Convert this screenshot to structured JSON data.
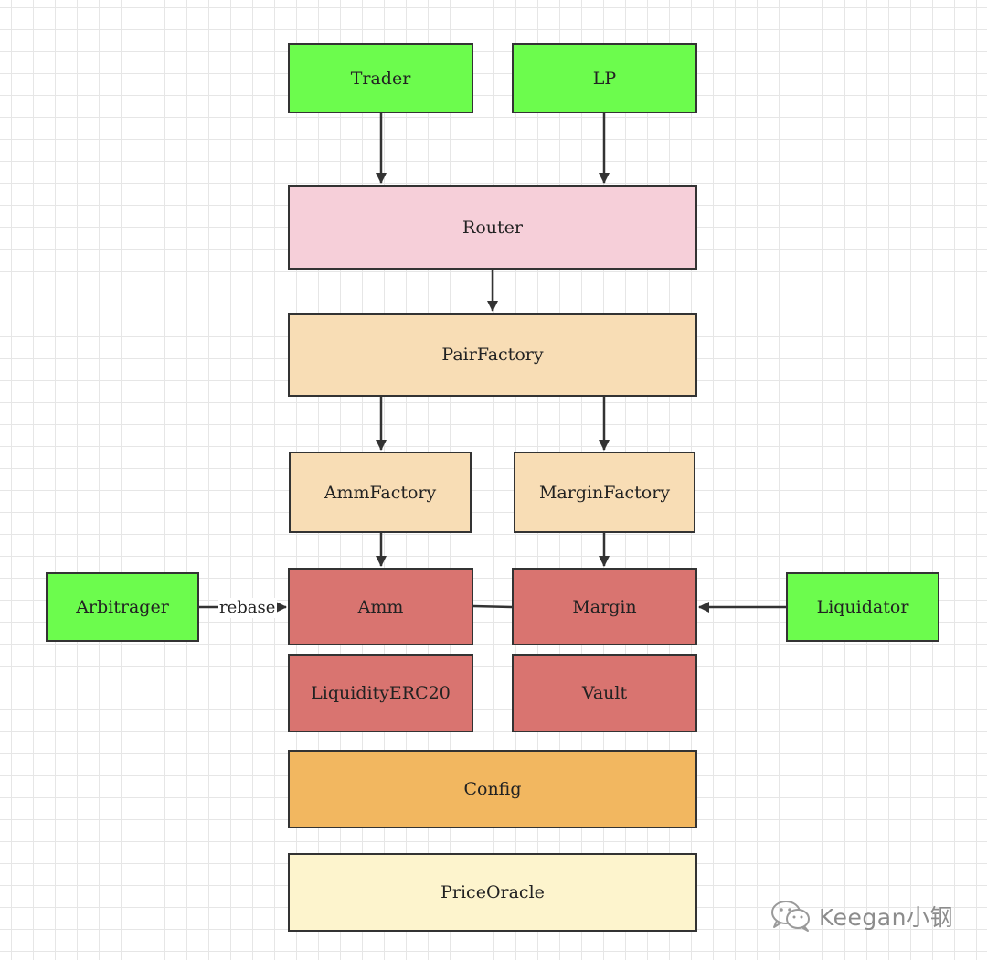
{
  "colors": {
    "actor": "#6cfc4d",
    "router": "#f6cfd9",
    "factory": "#f8ddb5",
    "core": "#d97470",
    "config": "#f2b760",
    "oracle": "#fdf4cd",
    "line": "#333333"
  },
  "nodes": {
    "trader": "Trader",
    "lp": "LP",
    "router": "Router",
    "pair_factory": "PairFactory",
    "amm_factory": "AmmFactory",
    "margin_factory": "MarginFactory",
    "arbitrager": "Arbitrager",
    "amm": "Amm",
    "margin": "Margin",
    "liquidator": "Liquidator",
    "liquidity_erc20": "LiquidityERC20",
    "vault": "Vault",
    "config": "Config",
    "price_oracle": "PriceOracle"
  },
  "edges": [
    {
      "from": "Trader",
      "to": "Router"
    },
    {
      "from": "LP",
      "to": "Router"
    },
    {
      "from": "Router",
      "to": "PairFactory"
    },
    {
      "from": "PairFactory",
      "to": "AmmFactory"
    },
    {
      "from": "PairFactory",
      "to": "MarginFactory"
    },
    {
      "from": "AmmFactory",
      "to": "Amm"
    },
    {
      "from": "MarginFactory",
      "to": "Margin"
    },
    {
      "from": "Arbitrager",
      "to": "Amm",
      "label": "rebase"
    },
    {
      "from": "Liquidator",
      "to": "Margin"
    },
    {
      "from": "Amm",
      "to": "Margin",
      "arrow": false
    }
  ],
  "edge_labels": {
    "rebase": "rebase"
  },
  "watermark": {
    "icon": "wechat-icon",
    "text": "Keegan小钢"
  }
}
